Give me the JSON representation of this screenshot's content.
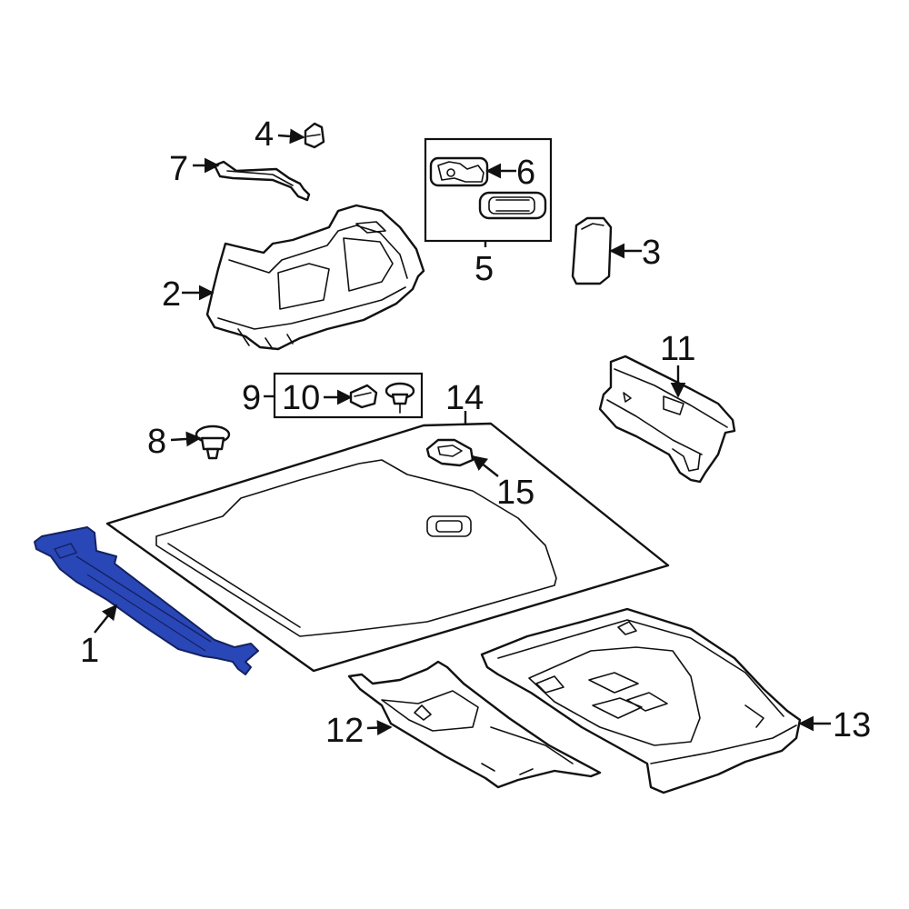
{
  "colors": {
    "line": "#111111",
    "background": "#ffffff",
    "highlight": "#2a47b8",
    "highlight_stroke": "#13215f"
  },
  "highlighted_part": "1",
  "callouts": {
    "c1": "1",
    "c2": "2",
    "c3": "3",
    "c4": "4",
    "c5": "5",
    "c6": "6",
    "c7": "7",
    "c8": "8",
    "c9": "9",
    "c10": "10",
    "c11": "11",
    "c12": "12",
    "c13": "13",
    "c14": "14",
    "c15": "15"
  }
}
